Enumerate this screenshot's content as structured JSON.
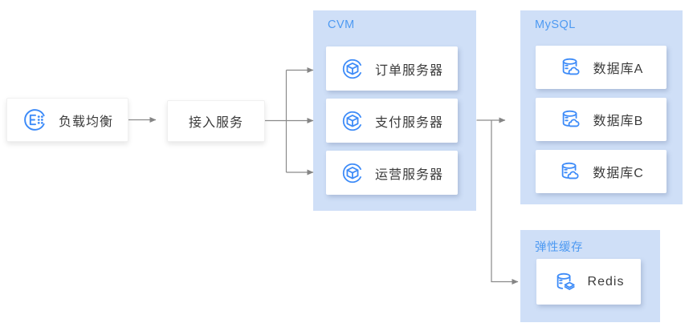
{
  "colors": {
    "group_background": "#cfdff7",
    "group_label_blue": "#4e9af2",
    "icon_blue": "#3d8bf8",
    "node_text": "#3b3b3b",
    "arrow_gray": "#8a8a8a"
  },
  "nodes": {
    "load_balancer": {
      "label": "负载均衡",
      "icon": "load-balancer-icon"
    },
    "access_service": {
      "label": "接入服务"
    }
  },
  "groups": {
    "cvm": {
      "label": "CVM",
      "node_icon": "cvm-server-icon",
      "items": [
        "订单服务器",
        "支付服务器",
        "运营服务器"
      ]
    },
    "mysql": {
      "label": "MySQL",
      "node_icon": "cloud-database-icon",
      "items": [
        "数据库A",
        "数据库B",
        "数据库C"
      ]
    },
    "elastic_cache": {
      "label": "弹性缓存",
      "node_icon": "redis-cache-icon",
      "items": [
        "Redis"
      ]
    }
  },
  "edges": [
    "负载均衡 → 接入服务",
    "接入服务 → 订单服务器",
    "接入服务 → 支付服务器",
    "接入服务 → 运营服务器",
    "CVM → MySQL",
    "CVM → 弹性缓存"
  ]
}
